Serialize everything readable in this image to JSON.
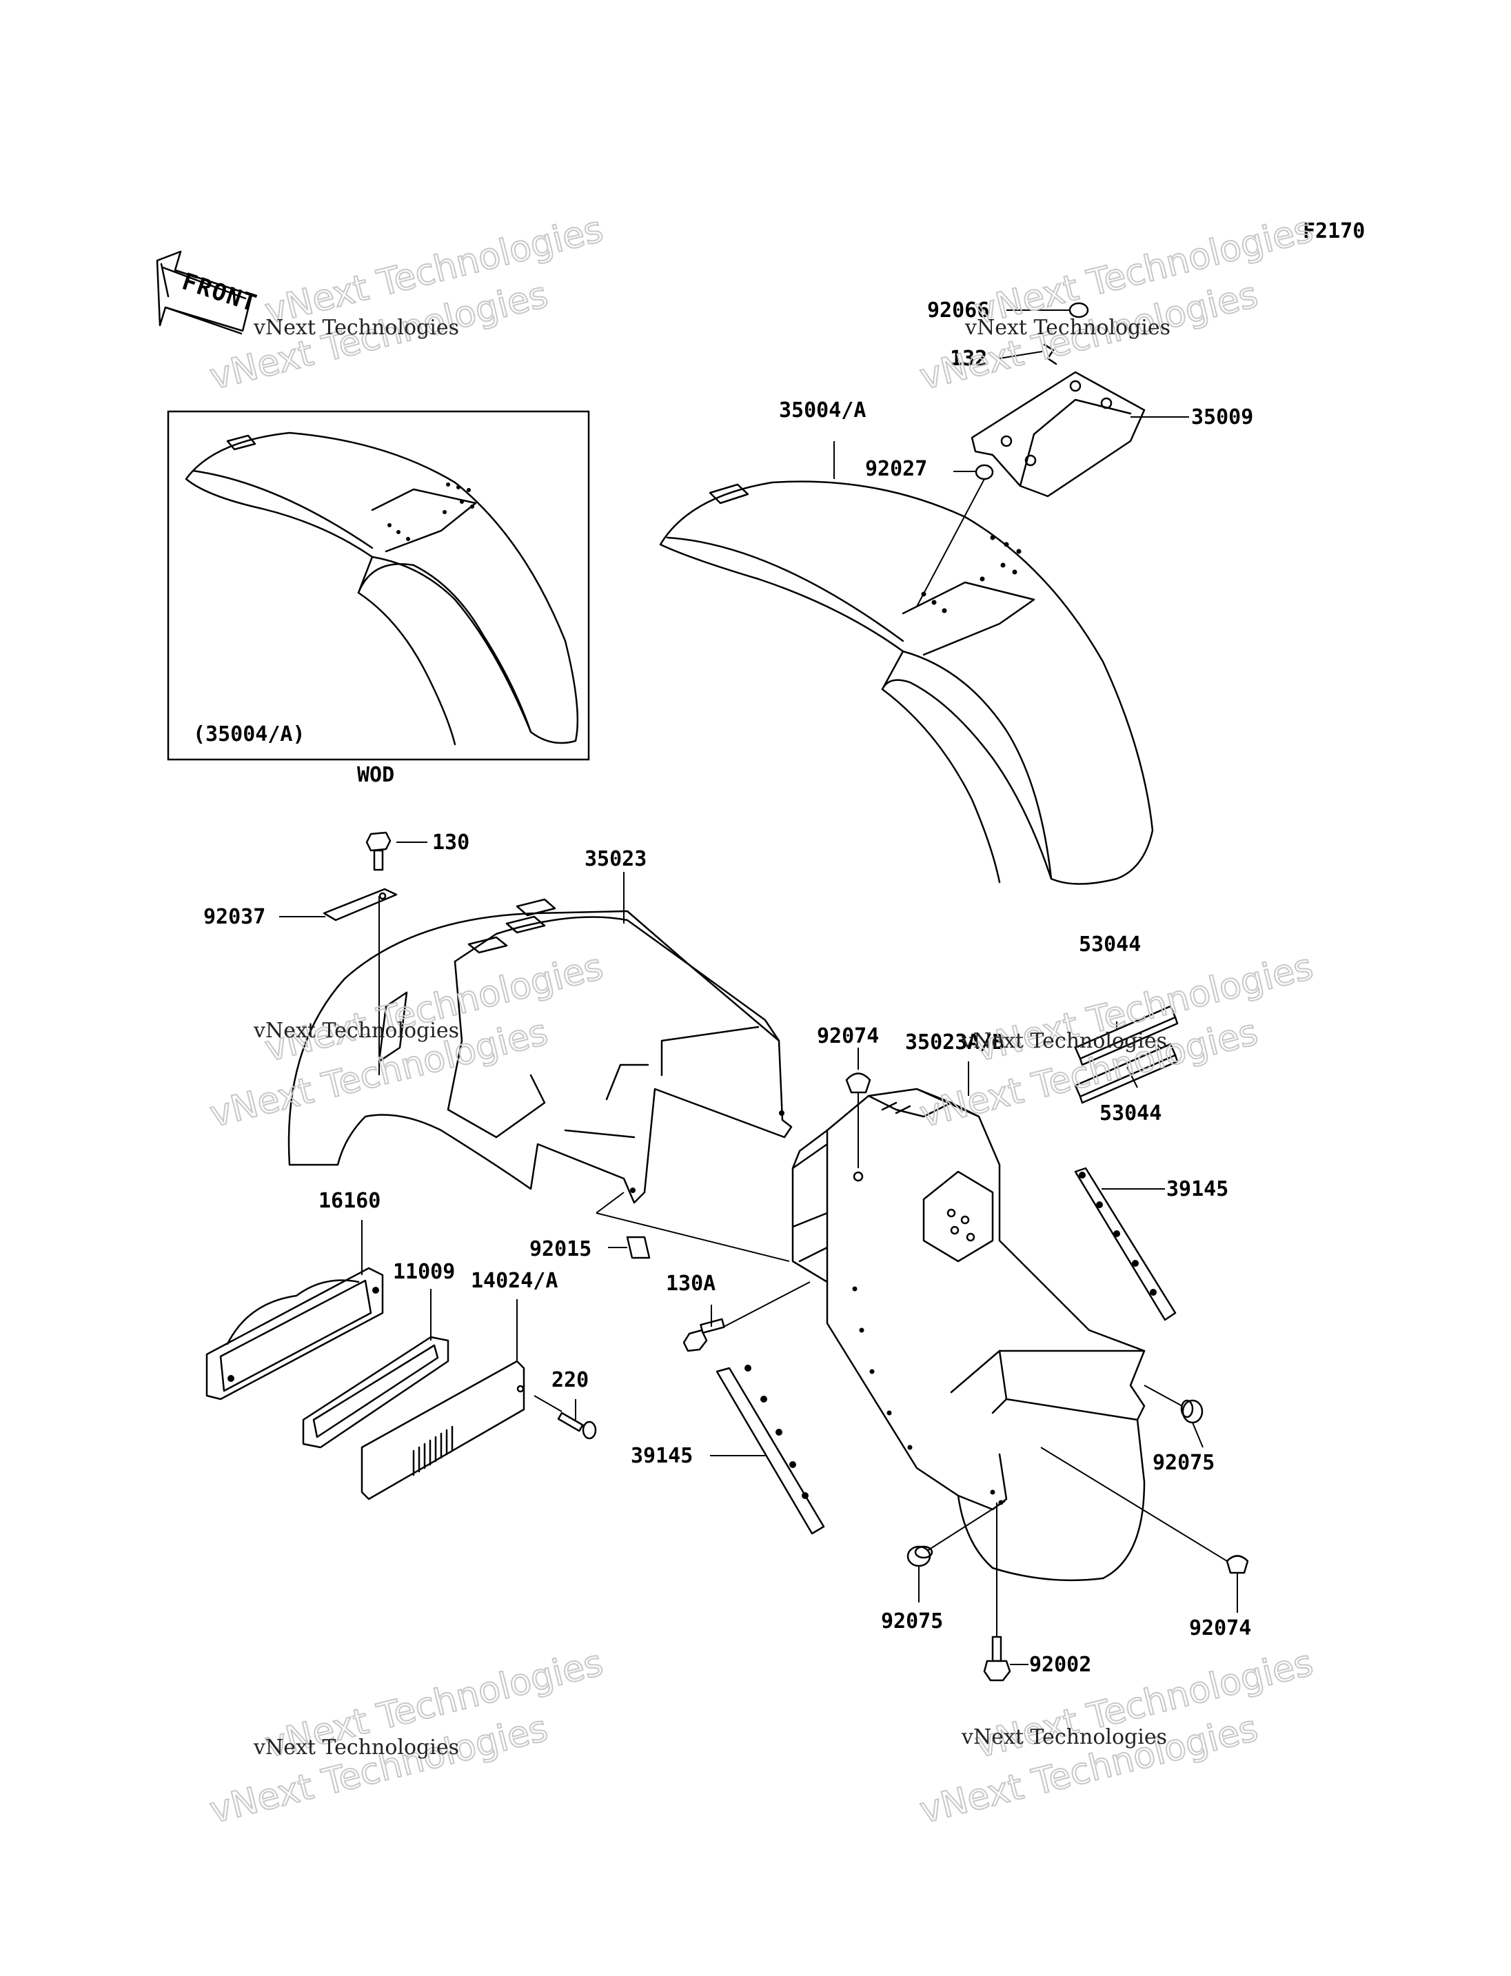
{
  "figure_code": "F2170",
  "front_arrow_text": "FRONT",
  "watermark_primary": "vNext Technologies",
  "watermark_secondary": "vNext Technologies",
  "inset": {
    "part_label": "(35004/A)",
    "caption": "WOD"
  },
  "callouts": [
    {
      "id": "92066",
      "text": "92066"
    },
    {
      "id": "132",
      "text": "132"
    },
    {
      "id": "35009",
      "text": "35009"
    },
    {
      "id": "35004A",
      "text": "35004/A"
    },
    {
      "id": "92027",
      "text": "92027"
    },
    {
      "id": "130",
      "text": "130"
    },
    {
      "id": "35023",
      "text": "35023"
    },
    {
      "id": "92037",
      "text": "92037"
    },
    {
      "id": "53044a",
      "text": "53044"
    },
    {
      "id": "92074a",
      "text": "92074"
    },
    {
      "id": "35023AB",
      "text": "35023A/B"
    },
    {
      "id": "53044b",
      "text": "53044"
    },
    {
      "id": "39145a",
      "text": "39145"
    },
    {
      "id": "16160",
      "text": "16160"
    },
    {
      "id": "92015",
      "text": "92015"
    },
    {
      "id": "11009",
      "text": "11009"
    },
    {
      "id": "14024A",
      "text": "14024/A"
    },
    {
      "id": "130A",
      "text": "130A"
    },
    {
      "id": "220",
      "text": "220"
    },
    {
      "id": "39145b",
      "text": "39145"
    },
    {
      "id": "92075a",
      "text": "92075"
    },
    {
      "id": "92075b",
      "text": "92075"
    },
    {
      "id": "92074b",
      "text": "92074"
    },
    {
      "id": "92002",
      "text": "92002"
    }
  ]
}
